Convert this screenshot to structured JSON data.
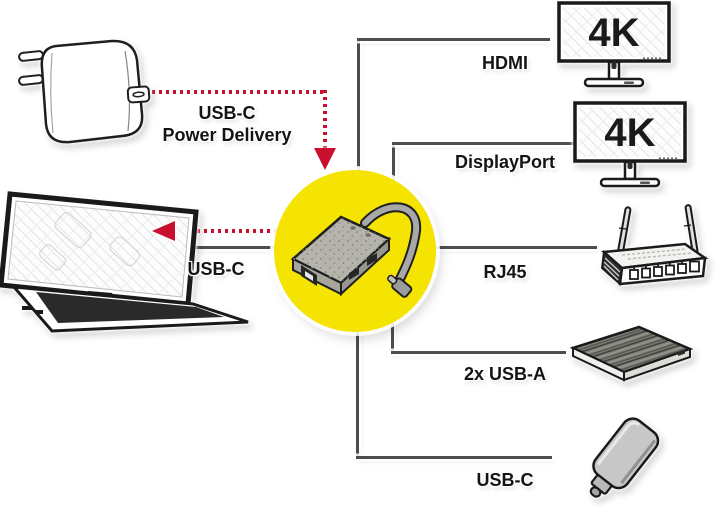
{
  "labels": {
    "power_line1": "USB-C",
    "power_line2": "Power Delivery",
    "host": "USB-C",
    "hdmi": "HDMI",
    "displayport": "DisplayPort",
    "rj45": "RJ45",
    "usb_a": "2x USB-A",
    "usb_c": "USB-C"
  },
  "monitor_badges": [
    "4K",
    "4K"
  ],
  "colors": {
    "yellow": "#F5E302",
    "red": "#C8102E",
    "line": "#4D4D4D",
    "text": "#141414"
  }
}
